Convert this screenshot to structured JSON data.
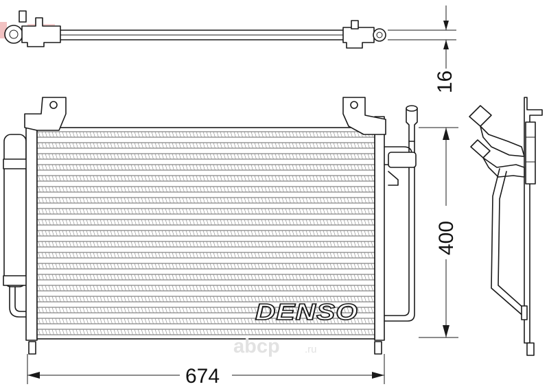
{
  "brand": {
    "name": "DENSO"
  },
  "watermark": {
    "site": "abcp",
    "tld": ".ru"
  },
  "dimensions": {
    "width_label": "674",
    "height_label": "400",
    "thickness_label": "16"
  },
  "colors": {
    "line": "#1a1a1a",
    "watermark": "#e2e2e2",
    "background": "#ffffff"
  }
}
